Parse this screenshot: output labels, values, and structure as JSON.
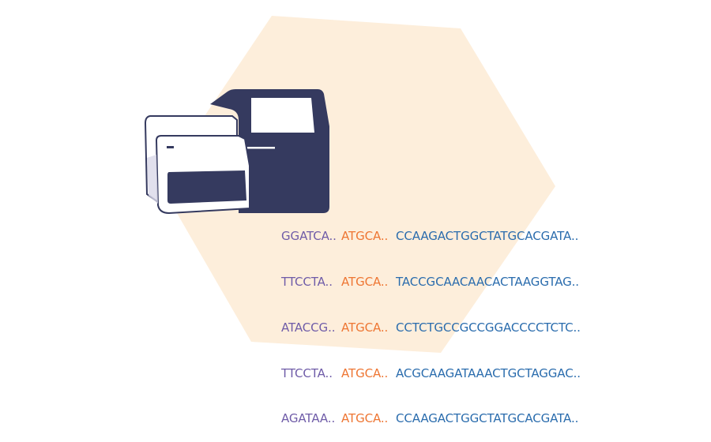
{
  "colors": {
    "hexagon": "#fdeedb",
    "device_body": "#353a5f",
    "device_outline": "#353a5f",
    "device_panel": "#ffffff",
    "prefix": "#6f5ca8",
    "primer": "#ee7633",
    "read": "#2a6cad"
  },
  "icons": {
    "hexagon": "hexagon-shape",
    "sequencer": "sequencer-machine-icon"
  },
  "sequences": [
    {
      "prefix": "GGATCA..",
      "primer": "ATGCA..",
      "read": "CCAAGACTGGCTATGCACGATA.."
    },
    {
      "prefix": "TTCCTA..",
      "primer": "ATGCA..",
      "read": "TACCGCAACAACACTAAGGTAG.."
    },
    {
      "prefix": "ATACCG..",
      "primer": "ATGCA..",
      "read": "CCTCTGCCGCCGGACCCCTCTC.."
    },
    {
      "prefix": "TTCCTA..",
      "primer": "ATGCA..",
      "read": "ACGCAAGATAAACTGCTAGGAC.."
    },
    {
      "prefix": "AGATAA..",
      "primer": "ATGCA..",
      "read": "CCAAGACTGGCTATGCACGATA.."
    }
  ]
}
